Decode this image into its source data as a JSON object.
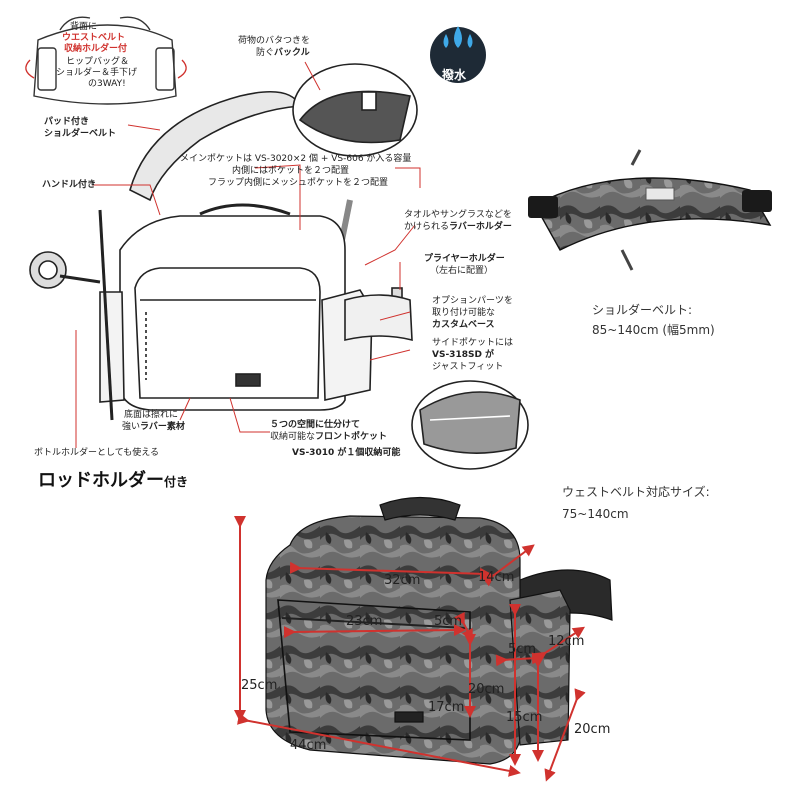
{
  "top_left_note": {
    "line1": "背面に",
    "line2": "ウエストベルト",
    "line3": "収納ホルダー付",
    "line4": "ヒップバッグ＆",
    "line5": "ショルダー＆手下げ",
    "line6": "の3WAY!"
  },
  "callouts": {
    "buckle_pre": "荷物のバタつきを",
    "buckle_post": "防ぐ",
    "buckle_bold": "バックル",
    "waterproof": "撥水",
    "padded_1": "パッド付き",
    "padded_2": "ショルダーベルト",
    "main_pocket_1": "メインポケットは VS-3020×2 個 + VS-606 が入る容量",
    "main_pocket_2": "内側にはポケットを２つ配置",
    "main_pocket_3": "フラップ内側にメッシュポケットを２つ配置",
    "handle": "ハンドル付き",
    "rubber_holder_1": "タオルやサングラスなどを",
    "rubber_holder_2": "かけられる",
    "rubber_holder_bold": "ラバーホルダー",
    "plier_1": "プライヤーホルダー",
    "plier_2": "（左右に配置）",
    "custom_1": "オプションパーツを",
    "custom_2": "取り付け可能な",
    "custom_bold": "カスタムベース",
    "side_pocket_1": "サイドポケットには",
    "side_pocket_2": "VS-318SD が",
    "side_pocket_3": "ジャストフィット",
    "bottom_1": "底面は擦れに",
    "bottom_2_pre": "強い",
    "bottom_bold": "ラバー素材",
    "front_1": "５つの空間に仕分けて",
    "front_2_pre": "収納可能な",
    "front_bold": "フロントポケット",
    "front_3": "VS-3010 が１個収納可能",
    "bottle": "ボトルホルダーとしても使える",
    "rod_holder": "ロッドホルダー",
    "rod_holder_suffix": "付き"
  },
  "shoulder_belt": {
    "title": "ショルダーベルト:",
    "size": "85~140cm (幅5mm)"
  },
  "waist_belt": {
    "title": "ウェストベルト対応サイズ:",
    "size": "75~140cm"
  },
  "dimensions": {
    "d32": "32cm",
    "d14": "14cm",
    "d23": "23cm",
    "d5a": "5cm",
    "d5b": "5cm",
    "d12": "12cm",
    "d25": "25cm",
    "d20a": "20cm",
    "d17": "17cm",
    "d15": "15cm",
    "d20b": "20cm",
    "d44": "44cm"
  },
  "colors": {
    "accent_red": "#d0322e",
    "dimension_line": "#d0322e",
    "drop_badge": "#1e2a36",
    "drop_blue": "#3fa9e8"
  }
}
